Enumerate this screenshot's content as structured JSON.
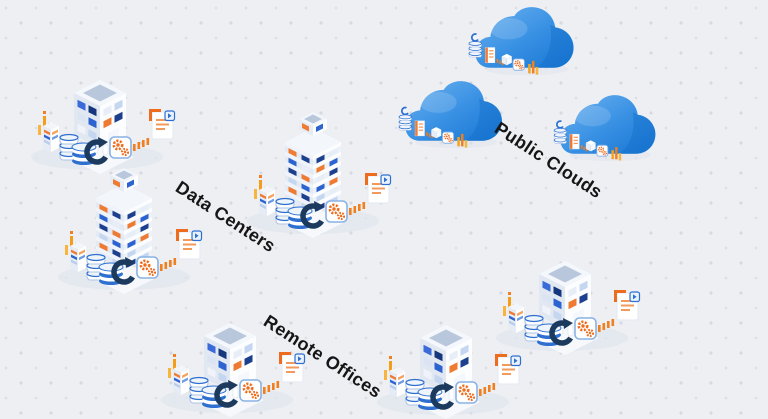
{
  "scene": {
    "title": "Hybrid cloud infrastructure isometric diagram",
    "background": "#edeff3",
    "dot_grid_color": "#d6dae0"
  },
  "labels": {
    "data_centers": "Data Centers",
    "public_clouds": "Public Clouds",
    "remote_offices": "Remote Offices"
  },
  "groups": [
    {
      "id": "data-centers",
      "label": "Data Centers",
      "nodes": [
        {
          "id": "data-center-1",
          "type": "office-building"
        },
        {
          "id": "data-center-2",
          "type": "tower-building"
        },
        {
          "id": "data-center-3",
          "type": "tower-building"
        }
      ]
    },
    {
      "id": "public-clouds",
      "label": "Public Clouds",
      "nodes": [
        {
          "id": "public-cloud-1",
          "type": "cloud"
        },
        {
          "id": "public-cloud-2",
          "type": "cloud"
        },
        {
          "id": "public-cloud-3",
          "type": "cloud"
        }
      ]
    },
    {
      "id": "remote-offices",
      "label": "Remote Offices",
      "nodes": [
        {
          "id": "remote-office-1",
          "type": "office-building"
        },
        {
          "id": "remote-office-2",
          "type": "office-building"
        },
        {
          "id": "remote-office-3",
          "type": "office-building"
        }
      ]
    }
  ],
  "icons": [
    "bar-chart-icon",
    "server-rack-icon",
    "database-stack-icon",
    "disk-stack-icon",
    "sync-loop-icon",
    "gears-chip-icon",
    "tick-bars-icon",
    "document-icon",
    "server-panel-icon",
    "cube-icon"
  ],
  "colors": {
    "cloud_blue_light": "#6cb2f0",
    "cloud_blue_mid": "#3b92e4",
    "cloud_blue_dark": "#1474d2",
    "accent_orange": "#ef7b32",
    "accent_yellow": "#f5a21b",
    "loop_navy": "#1b3a5e",
    "window_blue": "#2d63d0",
    "window_navy": "#16377e",
    "window_light": "#c4d6f0",
    "building_face_light": "#fcfdff",
    "building_face_shade": "#e2e8f2",
    "roof_inset": "#b9c7dd",
    "label_text": "#161616"
  }
}
